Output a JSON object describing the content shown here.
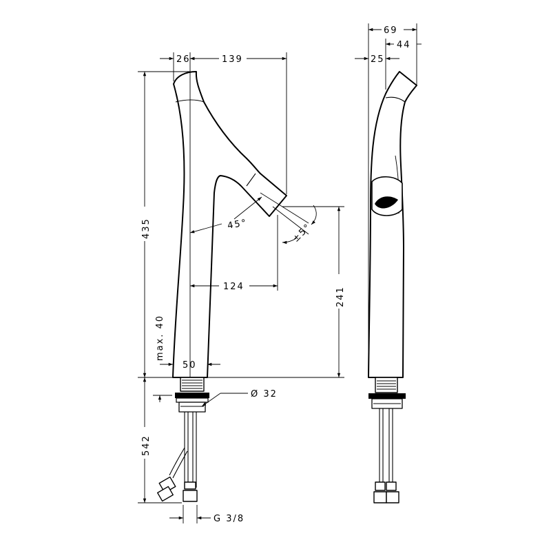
{
  "drawing": {
    "front_view": {
      "dim_spout_offset": "26",
      "dim_spout_reach": "139",
      "dim_total_height": "435",
      "dim_spout_angle": "45°",
      "dim_swivel_angle": "±5°",
      "dim_inner_reach": "124",
      "dim_outlet_height": "241",
      "dim_counter_thickness": "max. 40",
      "dim_base_width": "50",
      "dim_hole_diameter": "Ø 32",
      "dim_hose_length": "542",
      "dim_thread": "G 3/8"
    },
    "side_view": {
      "dim_total_depth": "69",
      "dim_depth_right": "44",
      "dim_depth_left": "25"
    }
  }
}
